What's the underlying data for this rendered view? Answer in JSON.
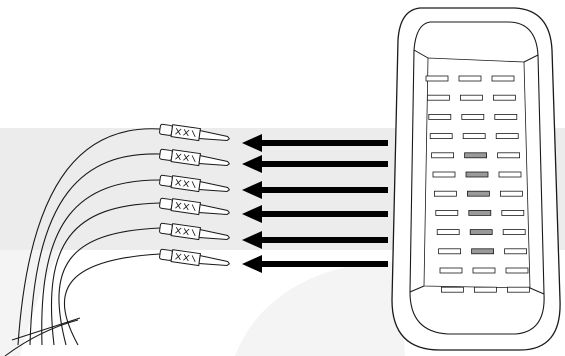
{
  "diagram": {
    "description_shown": "",
    "wire_count": 6,
    "arrow_count": 6,
    "connector": {
      "cavity_rows": 12,
      "cavity_columns": 3,
      "highlighted_cavities_middle_column_rows": [
        5,
        6,
        7,
        8,
        9,
        10
      ]
    },
    "colors": {
      "background_band": "#ececec",
      "background_swirl": "#f4f4f4",
      "line": "#1a1a1a",
      "arrow": "#000000",
      "housing_fill": "#ffffff",
      "cavity_empty": "#ffffff",
      "cavity_filled": "#9a9a9a"
    }
  }
}
